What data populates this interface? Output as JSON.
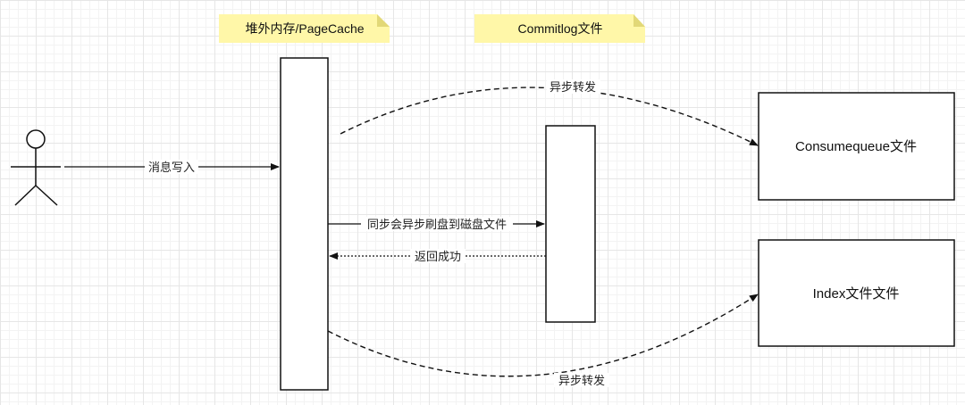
{
  "notes": {
    "pagecache": "堆外内存/PageCache",
    "commitlog": "Commitlog文件"
  },
  "boxes": {
    "consumequeue": "Consumequeue文件",
    "index": "Index文件文件"
  },
  "edges": {
    "write": "消息写入",
    "async_top": "异步转发",
    "sync_flush": "同步会异步刷盘到磁盘文件",
    "return_success": "返回成功",
    "async_bottom": "异步转发"
  },
  "colors": {
    "note_fill": "#fff7a8",
    "note_fold": "#e2d877",
    "stroke": "#111111"
  }
}
